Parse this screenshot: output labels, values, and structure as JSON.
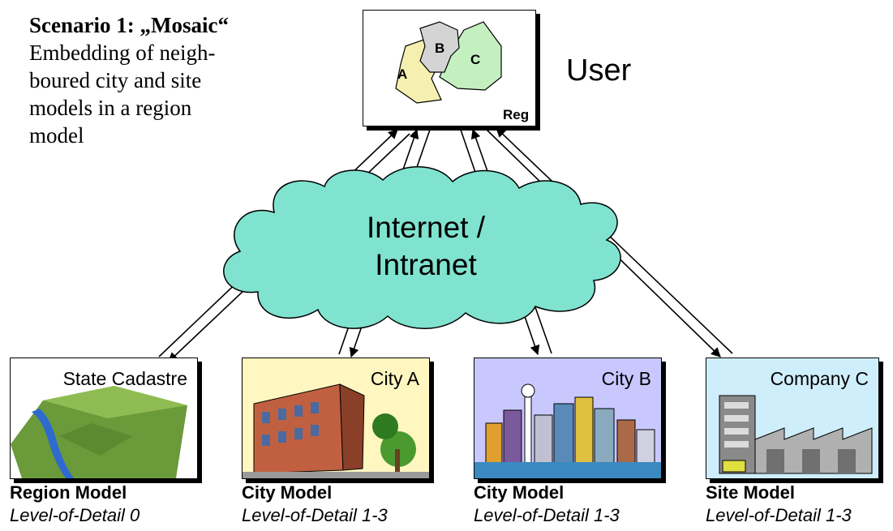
{
  "scenario": {
    "title": "Scenario 1: „Mosaic“",
    "description": "Embedding of neigh-boured city and site models in a region model"
  },
  "user": {
    "label": "User",
    "map": {
      "region_label": "Reg",
      "areas": [
        "A",
        "B",
        "C"
      ]
    }
  },
  "network": {
    "line1": "Internet /",
    "line2": "Intranet"
  },
  "sources": [
    {
      "caption": "State Cadastre",
      "model": "Region Model",
      "lod": "Level-of-Detail 0"
    },
    {
      "caption": "City A",
      "model": "City Model",
      "lod": "Level-of-Detail 1-3"
    },
    {
      "caption": "City B",
      "model": "City Model",
      "lod": "Level-of-Detail 1-3"
    },
    {
      "caption": "Company C",
      "model": "Site Model",
      "lod": "Level-of-Detail 1-3"
    }
  ],
  "colors": {
    "cloud": "#7fe3cf",
    "city_a_bg": "#fff6c0",
    "city_b_bg": "#c8c8ff",
    "company_c_bg": "#cfeefb",
    "area_a": "#f5f0b0",
    "area_b": "#d4d4d4",
    "area_c": "#c4f0c0"
  }
}
